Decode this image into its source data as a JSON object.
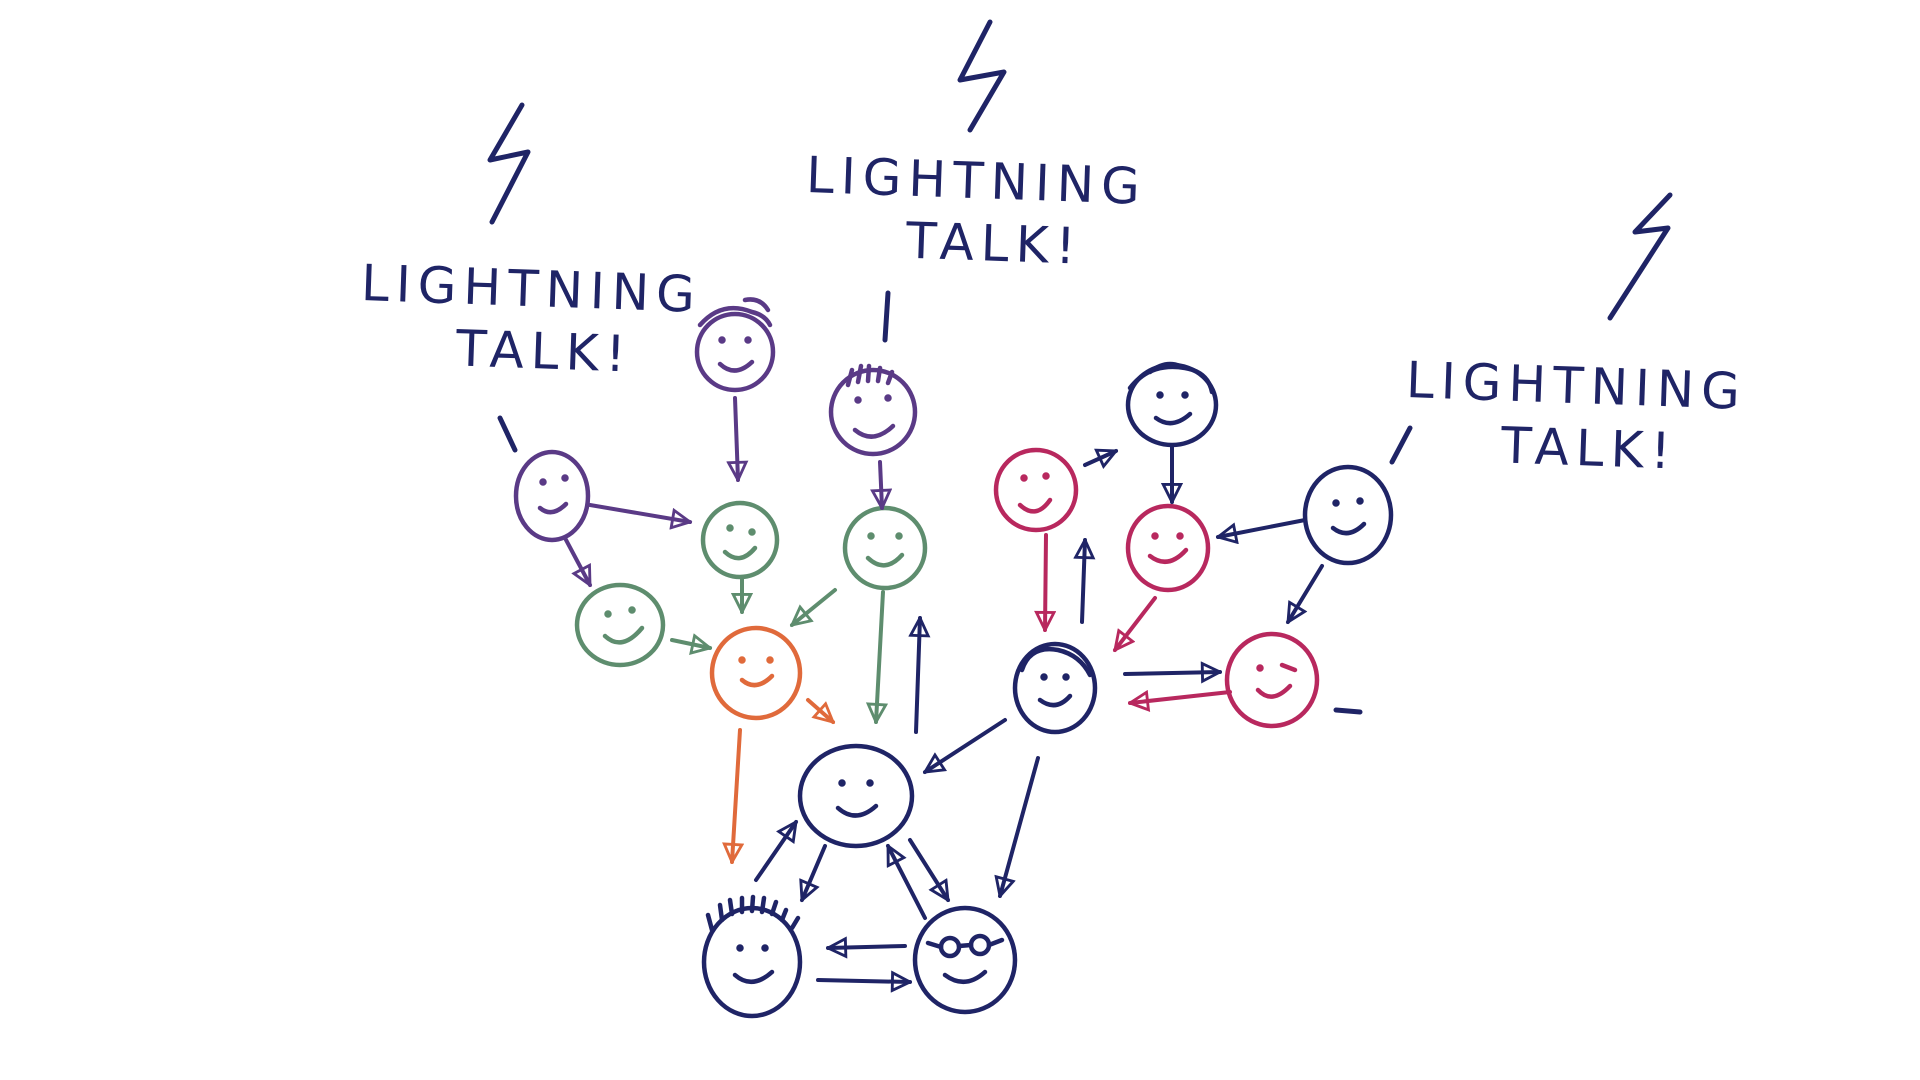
{
  "captions": [
    {
      "line1": "LIGHTNING",
      "line2": "TALK!"
    },
    {
      "line1": "LIGHTNING",
      "line2": "TALK!"
    },
    {
      "line1": "LIGHTNING",
      "line2": "TALK!"
    }
  ],
  "colors": {
    "navy": "#1f2466",
    "purple": "#5a3a86",
    "green": "#5e8d6e",
    "orange": "#e06a3b",
    "magenta": "#b8285e"
  },
  "icons": [
    "lightning-bolt-icon",
    "smiley-face-icon",
    "arrow-icon"
  ]
}
